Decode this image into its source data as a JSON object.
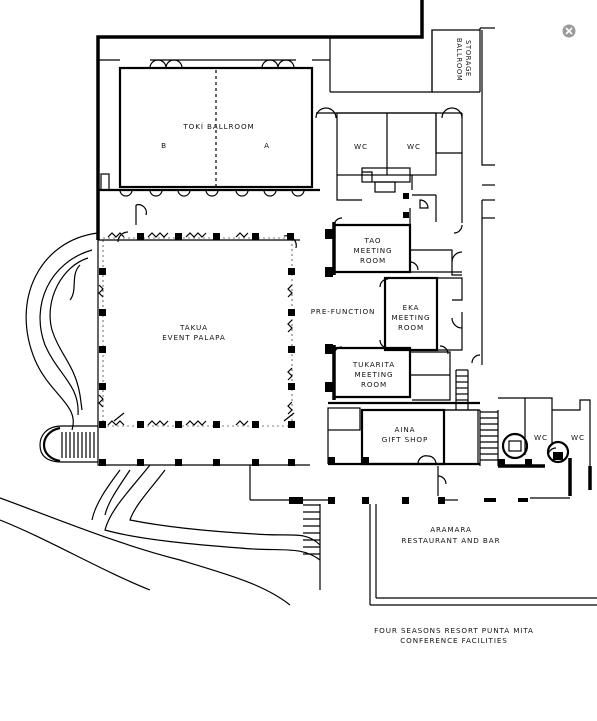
{
  "rooms": {
    "ballroom": "TOKÍ BALLROOM",
    "ballroom_b": "B",
    "ballroom_a": "A",
    "wc1": "WC",
    "wc2": "WC",
    "ballroom_storage_1": "BALLROOM",
    "ballroom_storage_2": "STORAGE",
    "tao_1": "TAO",
    "tao_2": "MEETING",
    "tao_3": "ROOM",
    "pre_function": "PRE-FUNCTION",
    "eka_1": "EKA",
    "eka_2": "MEETING",
    "eka_3": "ROOM",
    "tukarita_1": "TUKARITA",
    "tukarita_2": "MEETING",
    "tukarita_3": "ROOM",
    "takua_1": "TAKUA",
    "takua_2": "EVENT PALAPA",
    "aina_1": "AINA",
    "aina_2": "GIFT SHOP",
    "wc3": "WC",
    "wc4": "WC",
    "aramara_1": "ARAMARA",
    "aramara_2": "RESTAURANT AND BAR"
  },
  "caption": {
    "line1": "FOUR SEASONS RESORT PUNTA MITA",
    "line2": "CONFERENCE FACILITIES"
  },
  "colors": {
    "ink": "#000000",
    "background": "#ffffff",
    "close_button": "#9a9a9a"
  },
  "close_icon": "close-icon"
}
